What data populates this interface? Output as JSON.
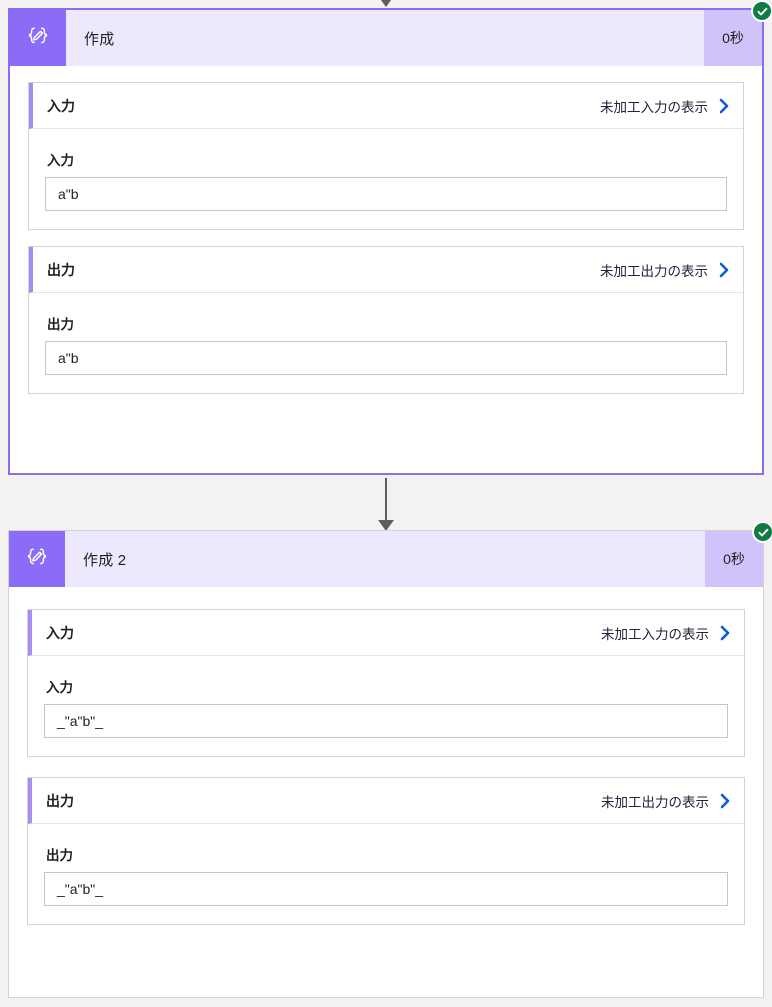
{
  "theme": {
    "accent_purple": "#8a6cf6",
    "header_band": "#ede8fe",
    "duration_badge_bg": "#cfc3fa",
    "success_green": "#107c41",
    "link_chevron_blue": "#0f5bd7",
    "page_bg": "#f3f2f1",
    "connector_gray": "#605e5c"
  },
  "cards": [
    {
      "icon_name": "compose-braces-pencil-icon",
      "title": "作成",
      "duration": "0秒",
      "status": "succeeded",
      "selected": true,
      "sections": [
        {
          "kind": "inputs",
          "header_title": "入力",
          "raw_link_label": "未加工入力の表示",
          "field_label": "入力",
          "field_value": "a\"b"
        },
        {
          "kind": "outputs",
          "header_title": "出力",
          "raw_link_label": "未加工出力の表示",
          "field_label": "出力",
          "field_value": "a\"b"
        }
      ]
    },
    {
      "icon_name": "compose-braces-pencil-icon",
      "title": "作成 2",
      "duration": "0秒",
      "status": "succeeded",
      "selected": false,
      "sections": [
        {
          "kind": "inputs",
          "header_title": "入力",
          "raw_link_label": "未加工入力の表示",
          "field_label": "入力",
          "field_value": "_\"a\"b\"_"
        },
        {
          "kind": "outputs",
          "header_title": "出力",
          "raw_link_label": "未加工出力の表示",
          "field_label": "出力",
          "field_value": "_\"a\"b\"_"
        }
      ]
    }
  ]
}
